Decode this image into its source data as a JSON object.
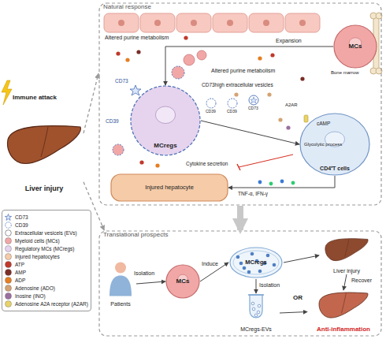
{
  "diagram": {
    "nodes": [
      {
        "text": [
          "Liver injury"
        ]
      },
      {
        "text": [
          "Natural response"
        ]
      },
      {
        "text": [
          "MCs"
        ],
        "in": 1
      },
      {
        "text": [
          "MCregs"
        ],
        "in": 1
      },
      {
        "text": [
          "CD4⁺T cells"
        ],
        "in": 1
      },
      {
        "text": [
          "Injured hepatocyte"
        ],
        "in": 1
      },
      {
        "text": [
          "Translational prospects"
        ]
      },
      {
        "text": [
          "Patients"
        ],
        "in": 6
      },
      {
        "text": [
          "MCs"
        ],
        "in": 6
      },
      {
        "text": [
          "MCregs"
        ],
        "in": 6
      },
      {
        "text": [
          "MCregs-EVs"
        ],
        "in": 6
      },
      {
        "text": [
          "Liver injury"
        ],
        "in": 6
      },
      {
        "text": [
          "Anti-inflammation"
        ],
        "in": 6
      }
    ],
    "edges": [
      {
        "from": 0,
        "to": 1,
        "arrow": "to"
      },
      {
        "from": 0,
        "to": 6,
        "arrow": "to"
      },
      {
        "from": 1,
        "to": 6,
        "arrow": "to"
      },
      {
        "from": 2,
        "to": 3,
        "label": "Expansion",
        "arrow": "to"
      },
      {
        "from": 3,
        "to": 4,
        "arrow": "to"
      },
      {
        "from": 4,
        "to": 5,
        "arrow": "to"
      },
      {
        "from": 7,
        "to": 8,
        "label": "Isolation",
        "arrow": "to"
      },
      {
        "from": 8,
        "to": 9,
        "label": "Induce",
        "arrow": "to"
      },
      {
        "from": 9,
        "to": 10,
        "label": "Isolation",
        "arrow": "to"
      },
      {
        "from": 9,
        "to": 11,
        "arrow": "to"
      },
      {
        "from": 10,
        "to": 12,
        "arrow": "to"
      },
      {
        "from": 11,
        "to": 12,
        "label": "Recover",
        "arrow": "to"
      }
    ],
    "labels": [
      "Immune attack",
      "Bone marrow",
      "Altered purine metabolism",
      "Altered purine metabolism",
      "CD73",
      "CD39",
      "CD73high extracellular vesicles",
      "CD39",
      "CD39",
      "CD73",
      "A2AR",
      "cAMP",
      "Glycolytic process",
      "Cytokine secretion",
      "TNF-α, IFN-γ",
      "OR"
    ],
    "legend": [
      {
        "text": "CD73"
      },
      {
        "text": "CD39"
      },
      {
        "text": "Extracellular vesicels (EVs)"
      },
      {
        "text": "Myeloid cells (MCs)",
        "color": "#f2a7a7"
      },
      {
        "text": "Regulatory MCs (MCregs)",
        "color": "#e6d3ee"
      },
      {
        "text": "Injured hepatocytes",
        "color": "#f5cba8"
      },
      {
        "text": "ATP",
        "color": "#c0392b"
      },
      {
        "text": "AMP",
        "color": "#7b2d26"
      },
      {
        "text": "ADP",
        "color": "#e67e22"
      },
      {
        "text": "Adenosine (ADO)",
        "color": "#d4a373"
      },
      {
        "text": "Inosine (INO)",
        "color": "#9b6fa0"
      },
      {
        "text": "Adenosine A2A receptor (A2AR)",
        "color": "#e8d36a"
      }
    ]
  }
}
